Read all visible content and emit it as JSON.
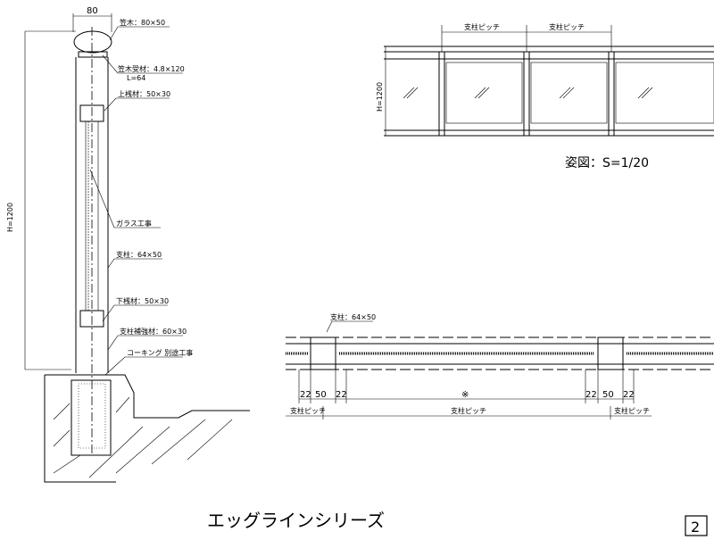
{
  "section": {
    "width_dim": "80",
    "height_dim": "H=1200",
    "labels": {
      "handrail": "笠木：80×50",
      "handrail_support": "笠木受材：4.8×120",
      "handrail_support_len": "L=64",
      "upper_rail": "上桟材：50×30",
      "glass": "ガラス工事",
      "post": "支柱：64×50",
      "lower_rail": "下桟材：50×30",
      "post_reinforcement": "支柱補強材：60×30",
      "caulking": "コーキング 別途工事"
    }
  },
  "elevation": {
    "pitch_labels": [
      "支柱ピッチ",
      "支柱ピッチ"
    ],
    "height_dim": "H=1200",
    "caption": "姿図：S=1/20"
  },
  "plan": {
    "post_label": "支柱：64×50",
    "dims": [
      "22",
      "50",
      "22",
      "※",
      "22",
      "50",
      "22"
    ],
    "pitch_labels": [
      "支柱ピッチ",
      "支柱ピッチ",
      "支柱ピッチ"
    ]
  },
  "title": "エッグラインシリーズ",
  "page_number": "2"
}
